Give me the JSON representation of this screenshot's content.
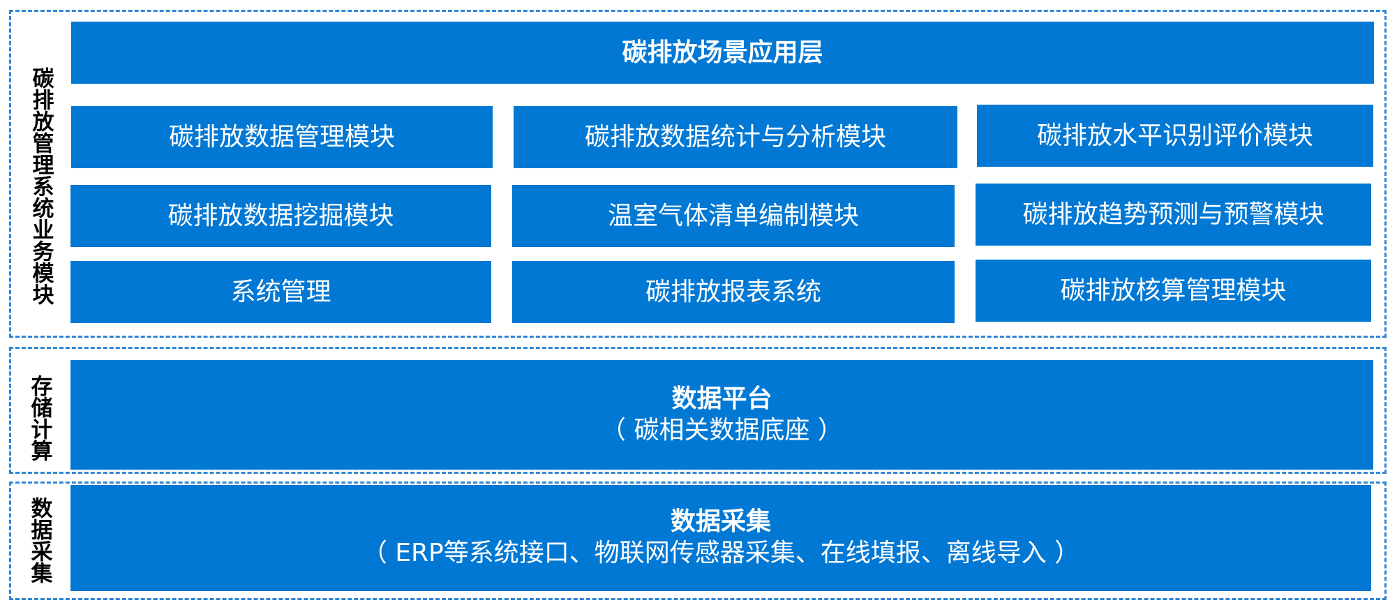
{
  "side_labels": {
    "business": "碳排放管理系统业务模块",
    "storage": "存储计算",
    "collection": "数据采集"
  },
  "application_layer": {
    "title": "碳排放场景应用层"
  },
  "modules": {
    "row1": [
      "碳排放数据管理模块",
      "碳排放数据统计与分析模块",
      "碳排放水平识别评价模块"
    ],
    "row2": [
      "碳排放数据挖掘模块",
      "温室气体清单编制模块",
      "碳排放趋势预测与预警模块"
    ],
    "row3": [
      "系统管理",
      "碳排放报表系统",
      "碳排放核算管理模块"
    ]
  },
  "data_platform": {
    "title": "数据平台",
    "subtitle": "（ 碳相关数据底座 ）"
  },
  "data_collection": {
    "title": "数据采集",
    "subtitle": "（ ERP等系统接口、物联网传感器采集、在线填报、离线导入 ）"
  },
  "colors": {
    "box_fill": "#0178d4",
    "dashed_border": "#2f86d6",
    "box_text": "#ffffff",
    "label_text": "#000000"
  }
}
